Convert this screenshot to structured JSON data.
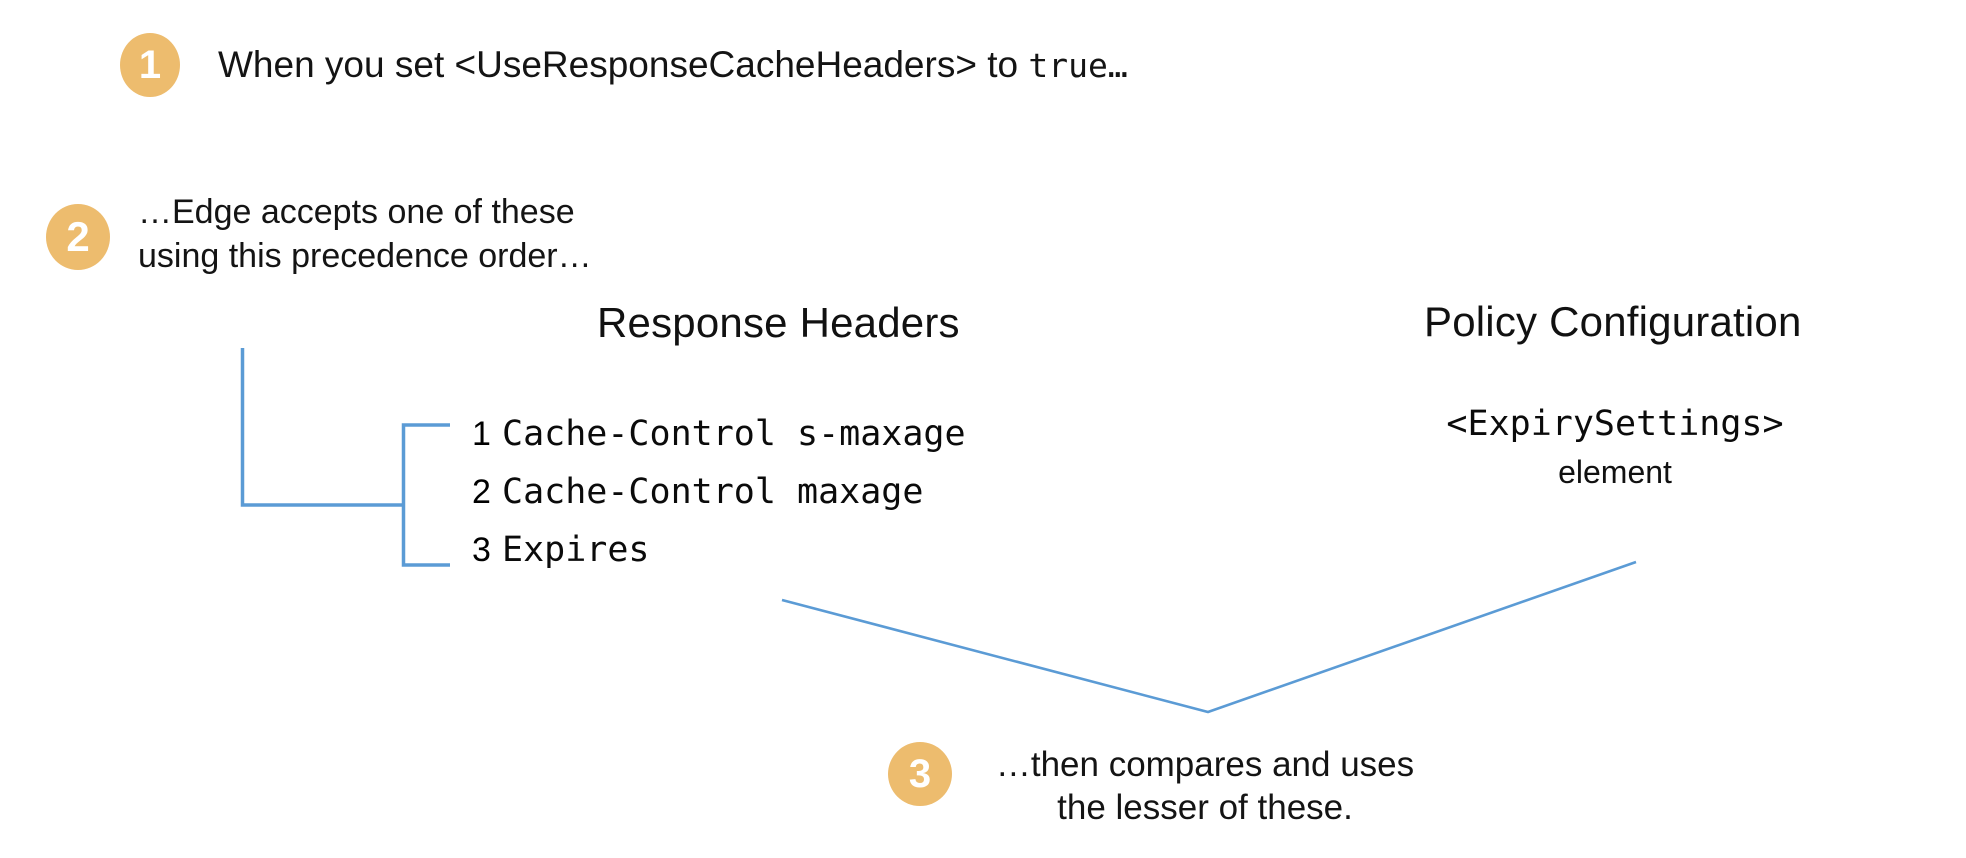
{
  "diagram": {
    "title": "Edge response cache header precedence",
    "accent_badge_color": "#edbc6e",
    "connector_color": "#5b9bd5",
    "background_color": "#ffffff",
    "text_color": "#141414"
  },
  "steps": [
    {
      "number": "1",
      "text_prefix": "When you set <UseResponseCacheHeaders> to ",
      "text_mono": "true…"
    },
    {
      "number": "2",
      "text": "…Edge accepts one of these using this precedence order…"
    },
    {
      "number": "3",
      "text": "…then compares and uses the lesser of these."
    }
  ],
  "columns": {
    "response_headers": {
      "heading": "Response Headers",
      "items": [
        {
          "rank": "1",
          "value": "Cache-Control s-maxage"
        },
        {
          "rank": "2",
          "value": "Cache-Control maxage"
        },
        {
          "rank": "3",
          "value": "Expires"
        }
      ]
    },
    "policy_configuration": {
      "heading": "Policy Configuration",
      "element_name": "<ExpirySettings>",
      "element_word": "element"
    }
  }
}
